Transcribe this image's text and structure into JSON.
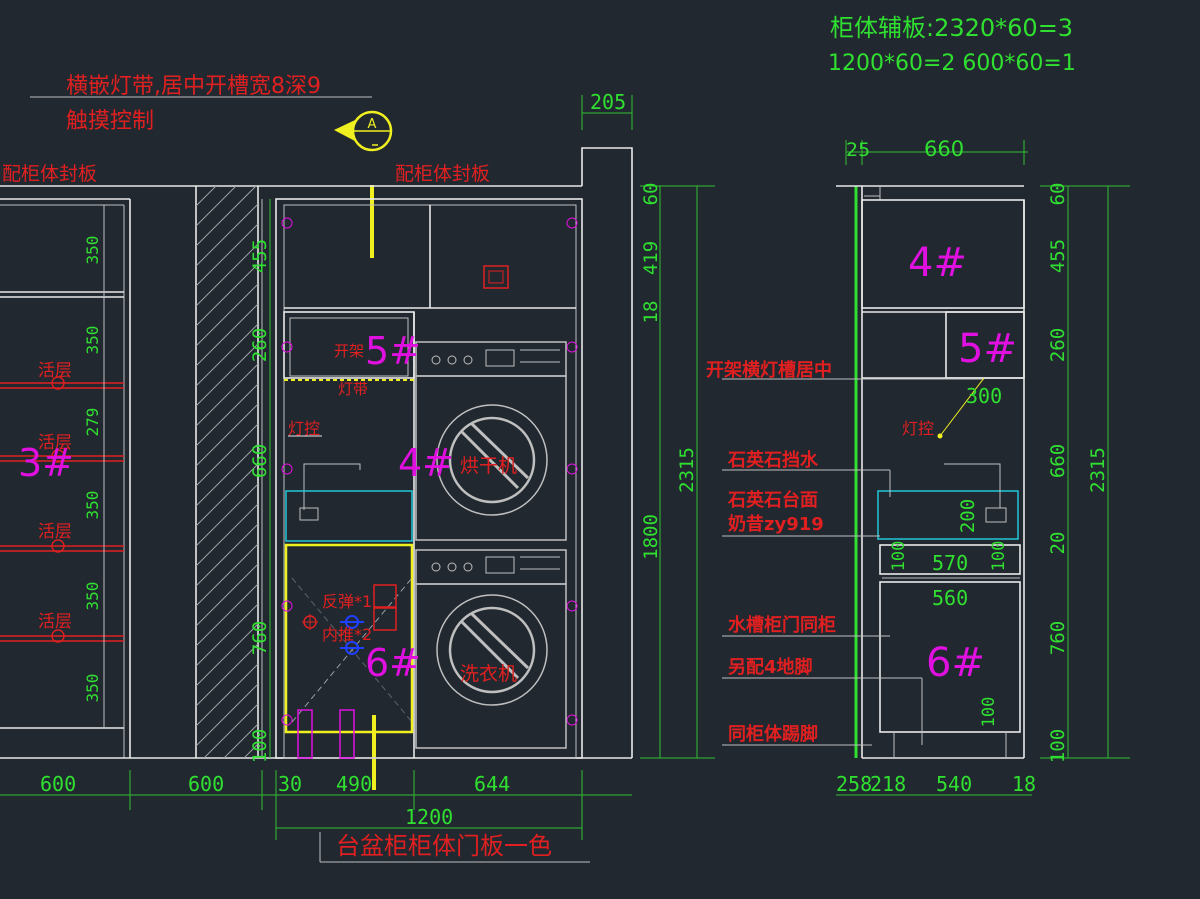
{
  "notes": {
    "aux_board_line1": "柜体辅板:2320*60=3",
    "aux_board_line2": "1200*60=2  600*60=1",
    "light_strip_line1": "横嵌灯带,居中开槽宽8深9",
    "light_strip_line2": "触摸控制",
    "sink_cabinet_note": "台盆柜柜体门板一色"
  },
  "labels": {
    "seal_left": "配柜体封板",
    "seal_mid": "配柜体封板",
    "shelf1": "活层",
    "shelf2": "活层",
    "shelf3": "活层",
    "shelf4": "活层",
    "open_rack": "开架",
    "light_strip": "灯带",
    "light_ctrl": "灯控",
    "dryer": "烘干机",
    "washer": "洗衣机",
    "rebound": "反弹*1",
    "inner_push": "内推*2",
    "section_mark": "A",
    "side_light_ctrl": "灯控",
    "side_open_rack": "开架横灯槽居中",
    "side_quartz_splash": "石英石挡水",
    "side_quartz_top": "石英石台面",
    "side_quartz_color": "奶昔zy919",
    "side_sink_door": "水槽柜门同柜",
    "side_feet": "另配4地脚",
    "side_kick": "同柜体踢脚"
  },
  "cabinets": {
    "c3": "3#",
    "c4": "4#",
    "c5": "5#",
    "c6": "6#",
    "side_c4": "4#",
    "side_c5": "5#",
    "side_c6": "6#"
  },
  "dims_bottom": {
    "d600a": "600",
    "d600b": "600",
    "d30": "30",
    "d490": "490",
    "d644": "644",
    "d1200": "1200",
    "side_258": "258",
    "side_218": "218",
    "side_540": "540",
    "side_18": "18"
  },
  "dims_top": {
    "d205": "205",
    "side_25": "25",
    "side_660": "660"
  },
  "dims_left_col": {
    "a350": "350",
    "b350": "350",
    "c279": "279",
    "d350": "350",
    "e350": "350",
    "f350": "350"
  },
  "dims_mid_col": {
    "m455": "455",
    "m260": "260",
    "m660": "660",
    "m760": "760",
    "m100": "100"
  },
  "dims_right_col": {
    "r60": "60",
    "r419": "419",
    "r18": "18",
    "r1800": "1800",
    "r2315": "2315"
  },
  "dims_side": {
    "s60": "60",
    "s455": "455",
    "s260": "260",
    "s660": "660",
    "s20": "20",
    "s760": "760",
    "s100": "100",
    "s2315": "2315",
    "s300": "300",
    "s200": "200",
    "s570": "570",
    "s560": "560",
    "s100a": "100",
    "s100b": "100",
    "s100c": "100"
  },
  "colors": {
    "background": "#212830",
    "line": "#e8e8e8",
    "dimension": "#30e030",
    "label": "#e02020",
    "cabinet_number": "#e010e0",
    "highlight": "#f0f020",
    "cyan": "#20c8d8"
  }
}
